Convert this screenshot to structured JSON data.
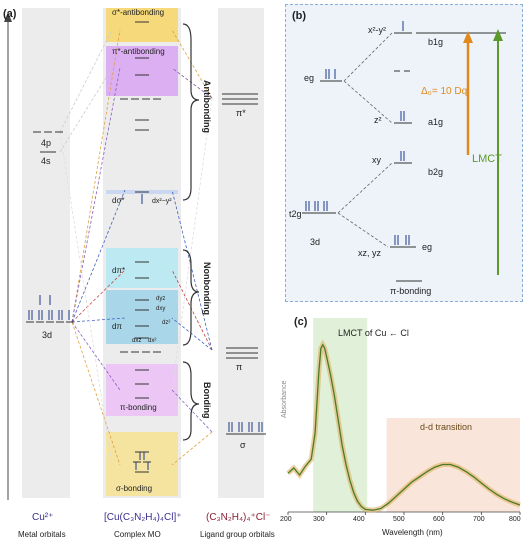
{
  "panel_a": {
    "label": "(a)",
    "mo_bands": {
      "sigma_star": "σ*-antibonding",
      "pi_star": "π*-antibonding",
      "pi_bonding": "π-bonding",
      "sigma_bonding": "σ-bonding"
    },
    "metal_levels": {
      "p": "4p",
      "s": "4s",
      "d": "3d"
    },
    "mo_labels": {
      "dsigma": "dσ*",
      "dx2y2": "dx²−y²",
      "dpi_star": "dπ*",
      "dpi": "dπ",
      "dxy": "dxy",
      "dyz": "dyz",
      "dxz": "dxz",
      "dx2": "dx²",
      "dz2": "dz²"
    },
    "ligand_levels": {
      "pi_star": "π*",
      "pi": "π",
      "sigma": "σ"
    },
    "region_labels": {
      "antibonding": "Antibonding",
      "nonbonding": "Nonbonding",
      "bonding": "Bonding"
    },
    "bottom": {
      "metal": "Cu²⁺",
      "complex": "[Cu(C₃N₂H₄)₄Cl]⁺",
      "ligand": "(C₃N₂H₄)₄⁺Cl⁻",
      "metal_caption": "Metal orbitals",
      "complex_caption": "Complex MO",
      "ligand_caption": "Ligand group orbitals"
    }
  },
  "panel_b": {
    "label": "(b)",
    "eg": "eg",
    "t2g": "t2g",
    "threed": "3d",
    "x2y2": "x²-y²",
    "z2": "z²",
    "xy": "xy",
    "xzyz": "xz, yz",
    "b1g": "b1g",
    "a1g": "a1g",
    "b2g": "b2g",
    "eg_right": "eg",
    "delta": "Δ₀= 10 Dq",
    "lmct": "LMCT",
    "pi_bonding": "π-bonding",
    "colors": {
      "orange": "#e08a1e",
      "green": "#5a9a2a",
      "border": "#8ab0d8"
    }
  },
  "panel_c": {
    "label": "(c)",
    "lmct_label": "LMCT of Cu ← Cl",
    "dd_label": "d-d transition",
    "ylabel": "Absorbance",
    "xlabel": "Wavelength (nm)",
    "xticks": [
      "200",
      "300",
      "400",
      "500",
      "600",
      "700",
      "800"
    ]
  },
  "chart_data": {
    "type": "line",
    "xlabel": "Wavelength (nm)",
    "ylabel": "Absorbance",
    "xlim": [
      200,
      800
    ],
    "x": [
      200,
      215,
      230,
      245,
      260,
      270,
      280,
      285,
      290,
      295,
      300,
      310,
      320,
      330,
      340,
      350,
      360,
      370,
      380,
      390,
      400,
      420,
      440,
      460,
      480,
      500,
      520,
      540,
      560,
      580,
      600,
      620,
      640,
      660,
      680,
      700,
      720,
      740,
      760,
      780,
      800
    ],
    "y": [
      0.22,
      0.25,
      0.21,
      0.26,
      0.3,
      0.45,
      0.8,
      0.93,
      0.95,
      0.93,
      0.88,
      0.78,
      0.66,
      0.52,
      0.38,
      0.27,
      0.18,
      0.11,
      0.06,
      0.03,
      0.015,
      0.01,
      0.02,
      0.05,
      0.09,
      0.13,
      0.17,
      0.2,
      0.23,
      0.255,
      0.27,
      0.27,
      0.255,
      0.23,
      0.2,
      0.165,
      0.13,
      0.1,
      0.075,
      0.055,
      0.04
    ]
  }
}
